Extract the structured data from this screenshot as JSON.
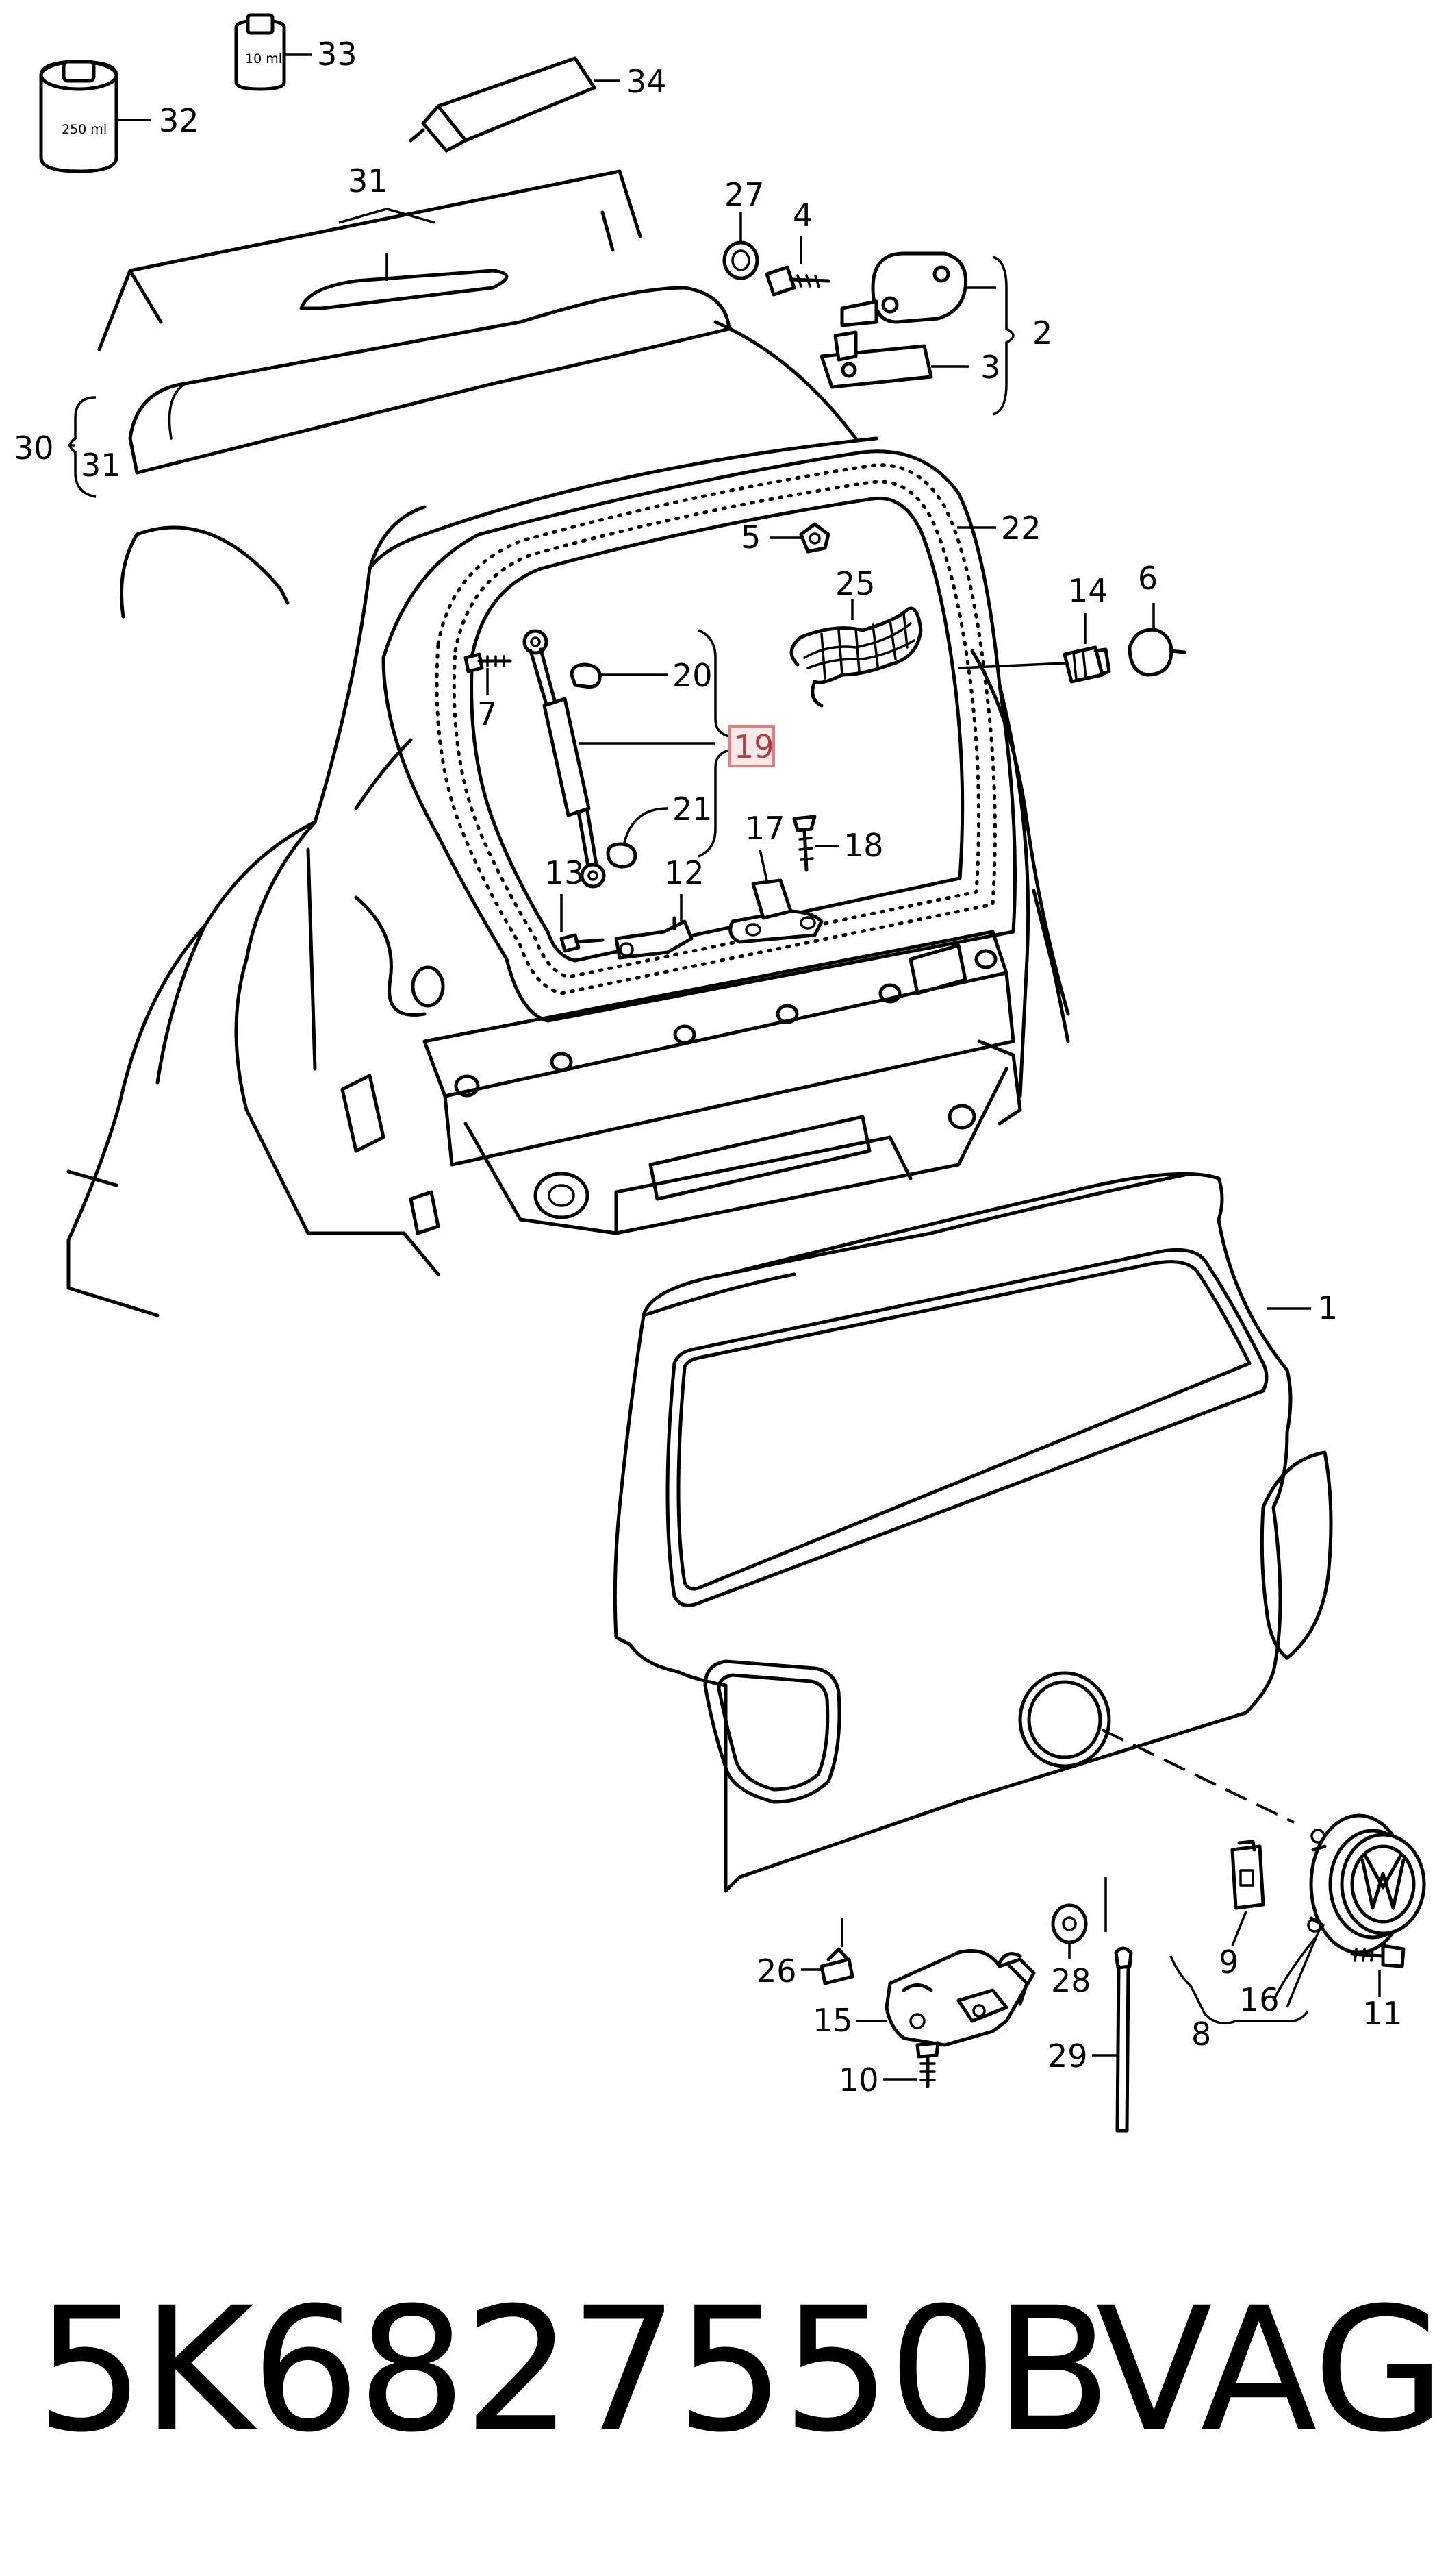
{
  "diagram": {
    "callouts": [
      {
        "id": "c1",
        "label": "1"
      },
      {
        "id": "c2",
        "label": "2"
      },
      {
        "id": "c3",
        "label": "3"
      },
      {
        "id": "c4",
        "label": "4"
      },
      {
        "id": "c5",
        "label": "5"
      },
      {
        "id": "c6",
        "label": "6"
      },
      {
        "id": "c7",
        "label": "7"
      },
      {
        "id": "c8",
        "label": "8"
      },
      {
        "id": "c9",
        "label": "9"
      },
      {
        "id": "c10",
        "label": "10"
      },
      {
        "id": "c11",
        "label": "11"
      },
      {
        "id": "c12",
        "label": "12"
      },
      {
        "id": "c13",
        "label": "13"
      },
      {
        "id": "c14",
        "label": "14"
      },
      {
        "id": "c15",
        "label": "15"
      },
      {
        "id": "c16",
        "label": "16"
      },
      {
        "id": "c17",
        "label": "17"
      },
      {
        "id": "c18",
        "label": "18"
      },
      {
        "id": "c19",
        "label": "19",
        "highlighted": true
      },
      {
        "id": "c20",
        "label": "20"
      },
      {
        "id": "c21",
        "label": "21"
      },
      {
        "id": "c22",
        "label": "22"
      },
      {
        "id": "c25",
        "label": "25"
      },
      {
        "id": "c26",
        "label": "26"
      },
      {
        "id": "c27",
        "label": "27"
      },
      {
        "id": "c28",
        "label": "28"
      },
      {
        "id": "c29",
        "label": "29"
      },
      {
        "id": "c30",
        "label": "30"
      },
      {
        "id": "c31a",
        "label": "31"
      },
      {
        "id": "c31b",
        "label": "31"
      },
      {
        "id": "c32",
        "label": "32"
      },
      {
        "id": "c33",
        "label": "33"
      },
      {
        "id": "c34",
        "label": "34"
      }
    ],
    "container_labels": {
      "bottle_large": "250 ml",
      "bottle_small": "10 ml"
    },
    "highlight_color": "#e08080"
  },
  "footer": {
    "part_number": "5K6827550B",
    "brand": "VAG"
  }
}
